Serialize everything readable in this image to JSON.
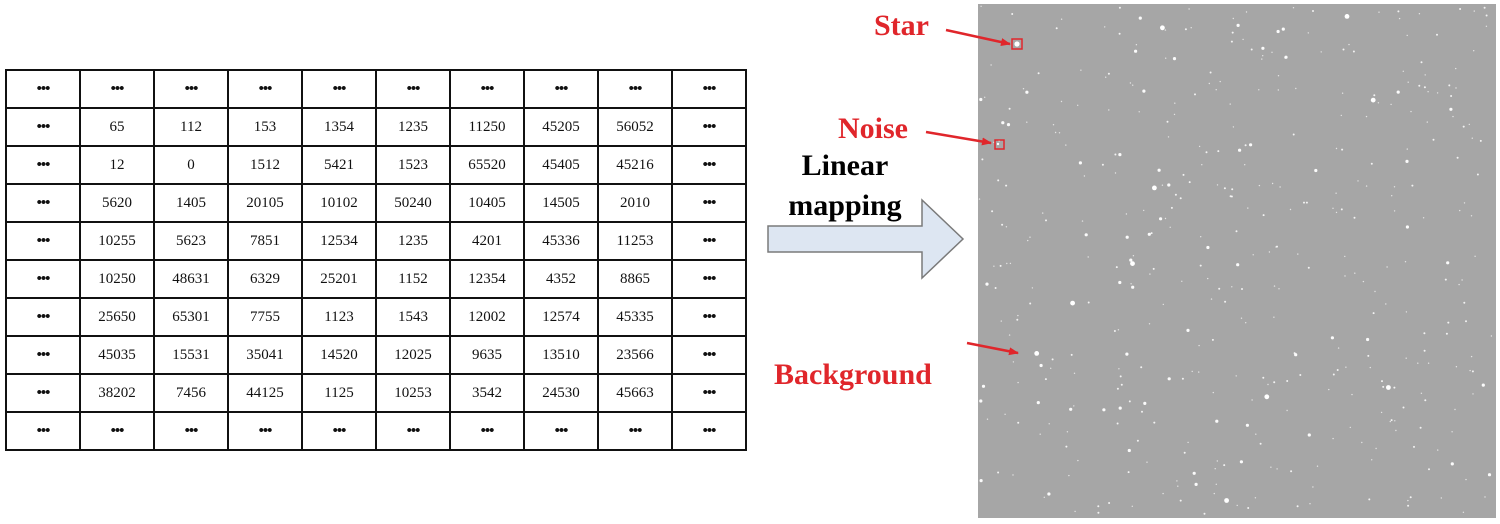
{
  "table": {
    "rows": [
      [
        "•••",
        "•••",
        "•••",
        "•••",
        "•••",
        "•••",
        "•••",
        "•••",
        "•••",
        "•••"
      ],
      [
        "•••",
        "65",
        "112",
        "153",
        "1354",
        "1235",
        "11250",
        "45205",
        "56052",
        "•••"
      ],
      [
        "•••",
        "12",
        "0",
        "1512",
        "5421",
        "1523",
        "65520",
        "45405",
        "45216",
        "•••"
      ],
      [
        "•••",
        "5620",
        "1405",
        "20105",
        "10102",
        "50240",
        "10405",
        "14505",
        "2010",
        "•••"
      ],
      [
        "•••",
        "10255",
        "5623",
        "7851",
        "12534",
        "1235",
        "4201",
        "45336",
        "11253",
        "•••"
      ],
      [
        "•••",
        "10250",
        "48631",
        "6329",
        "25201",
        "1152",
        "12354",
        "4352",
        "8865",
        "•••"
      ],
      [
        "•••",
        "25650",
        "65301",
        "7755",
        "1123",
        "1543",
        "12002",
        "12574",
        "45335",
        "•••"
      ],
      [
        "•••",
        "45035",
        "15531",
        "35041",
        "14520",
        "12025",
        "9635",
        "13510",
        "23566",
        "•••"
      ],
      [
        "•••",
        "38202",
        "7456",
        "44125",
        "1125",
        "10253",
        "3542",
        "24530",
        "45663",
        "•••"
      ],
      [
        "•••",
        "•••",
        "•••",
        "•••",
        "•••",
        "•••",
        "•••",
        "•••",
        "•••",
        "•••"
      ]
    ]
  },
  "arrow": {
    "label_line1": "Linear",
    "label_line2": "mapping",
    "fill_color": "#dde6f2",
    "stroke_color": "#7a7a7a"
  },
  "annotations": {
    "star_label": "Star",
    "noise_label": "Noise",
    "background_label": "Background",
    "color": "#e0262b"
  },
  "image": {
    "background_color": "#a6a6a6"
  }
}
